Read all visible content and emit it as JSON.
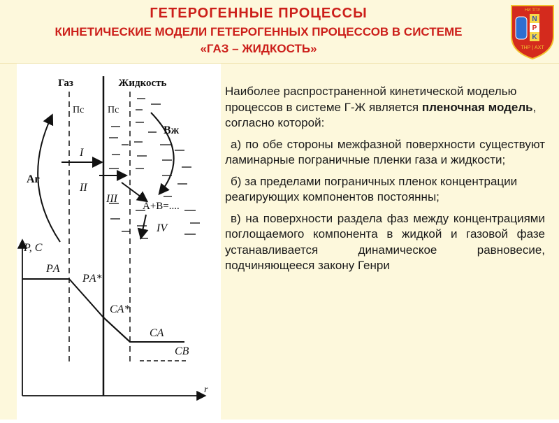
{
  "header": {
    "title": "ГЕТЕРОГЕННЫЕ ПРОЦЕССЫ",
    "subtitle_line1": "КИНЕТИЧЕСКИЕ МОДЕЛИ ГЕТЕРОГЕННЫХ ПРОЦЕССОВ В СИСТЕМЕ",
    "subtitle_line2": "«ГАЗ – ЖИДКОСТЬ»"
  },
  "logo": {
    "top_text": "НИ ТПУ",
    "letters": [
      "N",
      "P",
      "K"
    ],
    "bottom_text": "ТНР | АХТ",
    "colors": {
      "shield": "#d42a1d",
      "trim": "#f2c230",
      "letter_bg": "#f6d84a",
      "bottle": "#2f6fd0"
    }
  },
  "figure": {
    "label_gas": "Газ",
    "label_liquid": "Жидкость",
    "label_pc1": "Пс",
    "label_pc2": "Пс",
    "label_Ag": "Аг",
    "label_Bzh": "Вж",
    "label_I": "I",
    "label_II": "II",
    "label_III": "III",
    "label_IV": "IV",
    "label_reaction": "А+В=....",
    "axis_y": "P, C",
    "axis_x": "r",
    "label_PA": "PА",
    "label_PA_star": "PА*",
    "label_CA_star": "CА*",
    "label_CA": "CА",
    "label_CB": "CВ"
  },
  "text": {
    "p1_a": "Наиболее распространенной кинетической моделью процессов в системе Г-Ж является ",
    "p1_bold": "пленочная модель",
    "p1_b": ", согласно которой:",
    "p2": "а) по обе стороны межфазной поверхности существуют ламинарные пограничные пленки газа и жидкости;",
    "p3": "б) за пределами пограничных пленок концентрации реагирующих компонентов постоянны;",
    "p4": "в) на поверхности раздела фаз между концентрациями поглощаемого компонента в жидкой и газовой фазе устанавливается динамическое равновесие, подчиняющееся закону Генри"
  }
}
